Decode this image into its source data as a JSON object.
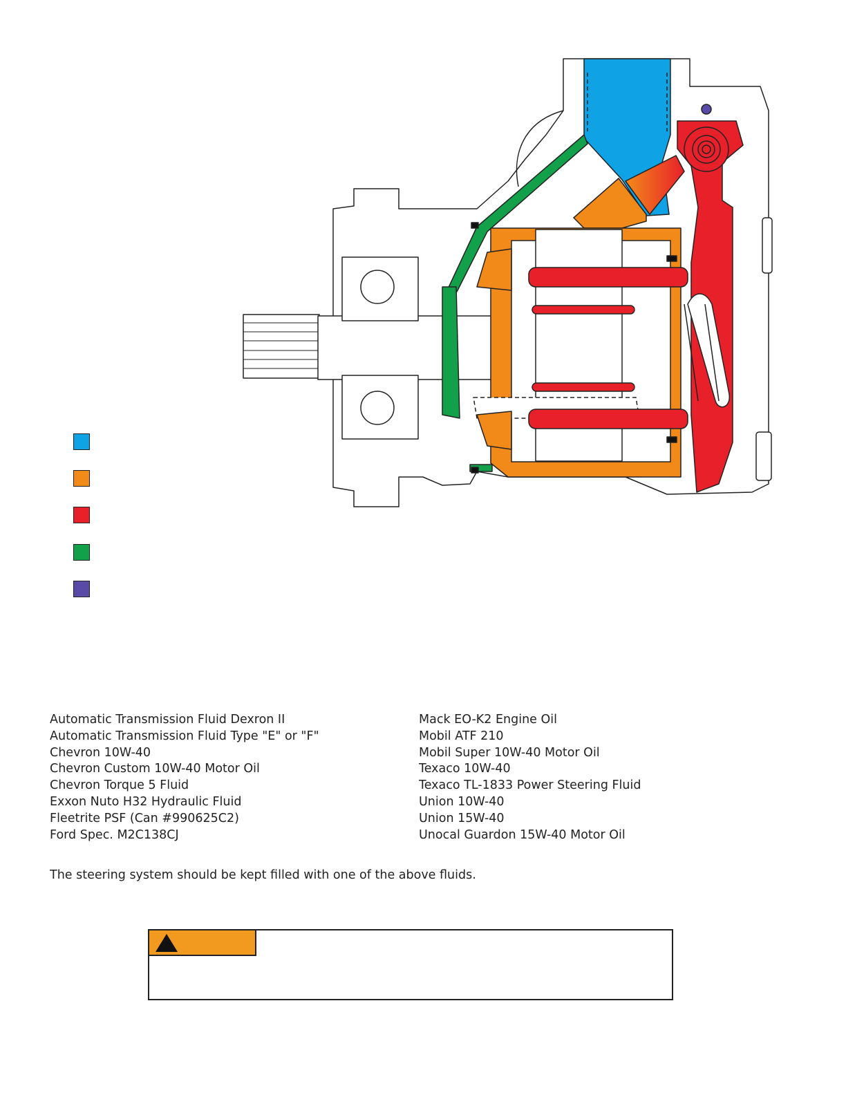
{
  "colors": {
    "blue": "#0fa3e6",
    "orange": "#f28a1a",
    "red": "#e8202a",
    "green": "#12a04a",
    "purple": "#5a4aa8",
    "warning": "#f29a1f"
  },
  "legend": [
    {
      "color": "#0fa3e6"
    },
    {
      "color": "#f28a1a"
    },
    {
      "color": "#e8202a"
    },
    {
      "color": "#12a04a"
    },
    {
      "color": "#5a4aa8"
    }
  ],
  "fluids": {
    "left": [
      "Automatic Transmission Fluid Dexron II",
      "Automatic Transmission Fluid Type \"E\" or \"F\"",
      "Chevron 10W-40",
      "Chevron Custom 10W-40 Motor Oil",
      "Chevron Torque 5 Fluid",
      "Exxon Nuto H32 Hydraulic Fluid",
      "Fleetrite PSF (Can #990625C2)",
      "Ford Spec. M2C138CJ"
    ],
    "right": [
      "Mack EO-K2 Engine Oil",
      "Mobil ATF 210",
      "Mobil Super 10W-40 Motor Oil",
      "Texaco 10W-40",
      "Texaco TL-1833 Power Steering Fluid",
      "Union 10W-40",
      "Union 15W-40",
      "Unocal Guardon 15W-40 Motor Oil"
    ]
  },
  "note": "The steering system should be kept filled with one of the above fluids.",
  "warning": {
    "icon": "warning-triangle-icon"
  }
}
